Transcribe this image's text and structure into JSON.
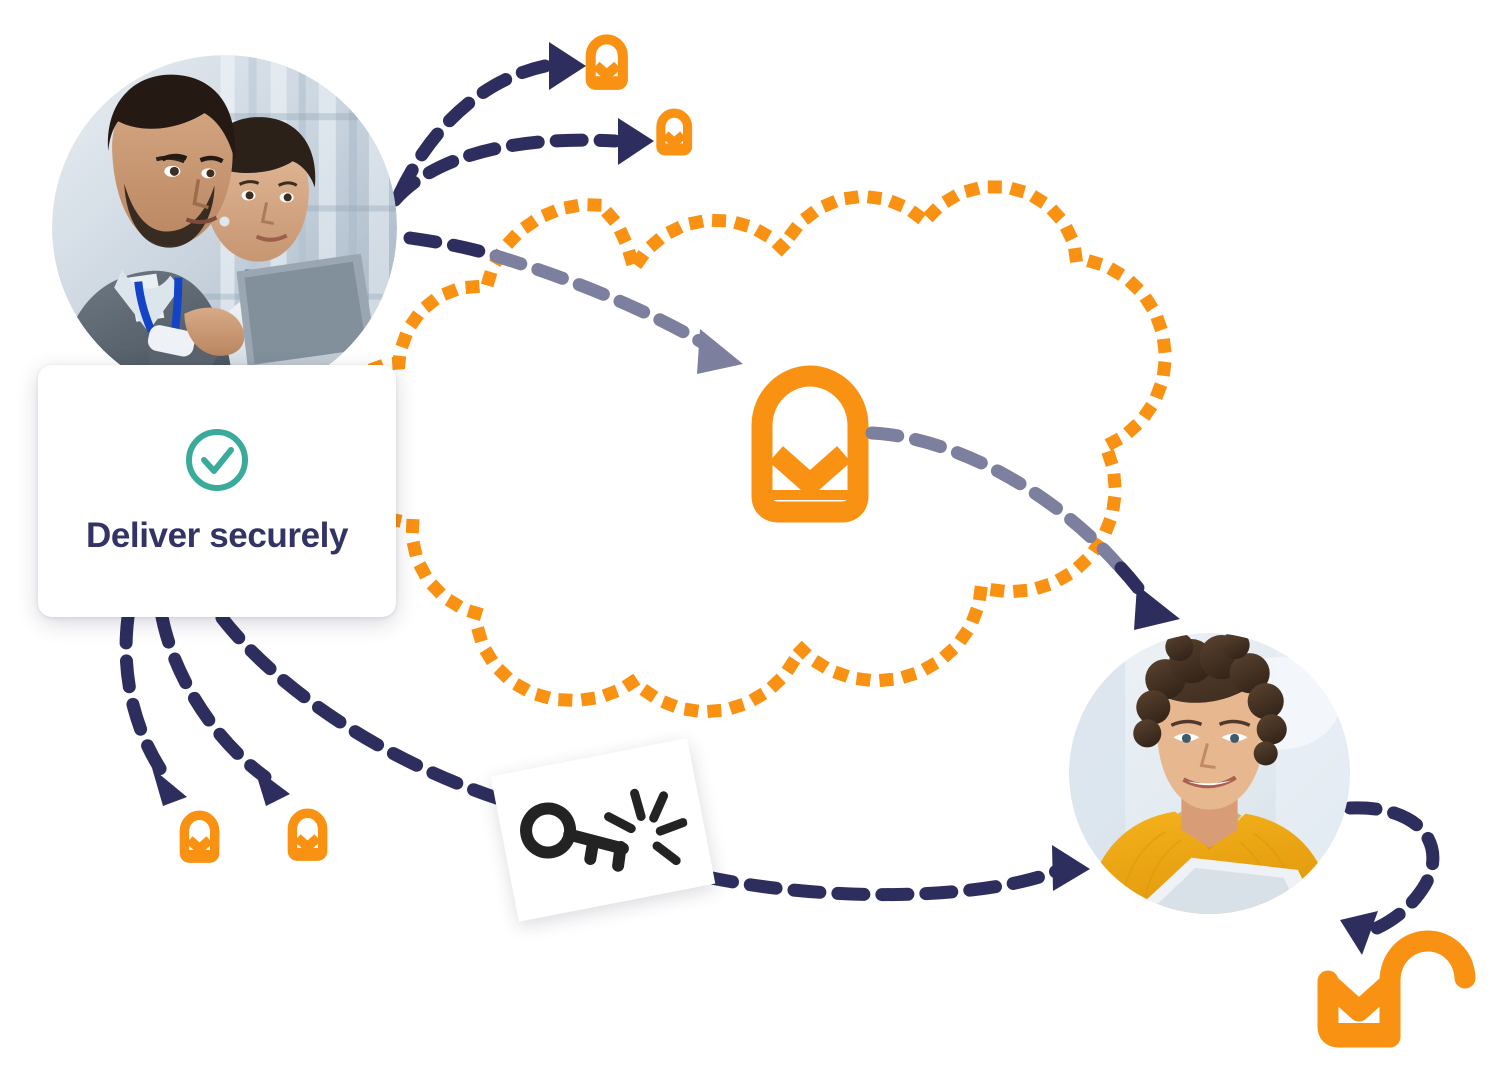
{
  "diagram": {
    "title": "Secure email delivery flow",
    "colors": {
      "orange": "#f99112",
      "navy": "#2e2e5e",
      "muted_arrow": "#7d7f9e",
      "teal": "#3aab9b",
      "card_text": "#333366",
      "key_black": "#232323",
      "cloud_fill": "#ffffff",
      "background": "#ffffff"
    },
    "cloud": {
      "name": "cloud-shape",
      "fill": "#ffffff",
      "outline_style": "dashed",
      "outline_color": "#f99112"
    },
    "nodes": [
      {
        "id": "photo-senders",
        "name": "sender-photo",
        "type": "photo-circle",
        "alt": "Two colleagues looking at a laptop in a data center"
      },
      {
        "id": "card-deliver",
        "name": "deliver-securely-card",
        "type": "card",
        "icon": "check-circle-icon",
        "label": "Deliver securely"
      },
      {
        "id": "mail-icon-cloud",
        "name": "secure-mail-icon-large",
        "type": "icon",
        "icon": "secure-mail-icon",
        "size": "large"
      },
      {
        "id": "card-key",
        "name": "encryption-key-card",
        "type": "card",
        "icon": "key-burst-icon"
      },
      {
        "id": "photo-recipient",
        "name": "recipient-photo",
        "type": "photo-circle",
        "alt": "Smiling woman in a yellow sweater looking at a laptop"
      },
      {
        "id": "mail-unlocked",
        "name": "unlocked-mail-icon",
        "type": "icon",
        "icon": "unlocked-mail-icon"
      },
      {
        "id": "mail-sm-1",
        "name": "secure-mail-icon-small-1",
        "type": "icon",
        "icon": "secure-mail-icon"
      },
      {
        "id": "mail-sm-2",
        "name": "secure-mail-icon-small-2",
        "type": "icon",
        "icon": "secure-mail-icon"
      },
      {
        "id": "mail-sm-3",
        "name": "secure-mail-icon-small-3",
        "type": "icon",
        "icon": "secure-mail-icon"
      },
      {
        "id": "mail-sm-4",
        "name": "secure-mail-icon-small-4",
        "type": "icon",
        "icon": "secure-mail-icon"
      }
    ],
    "connections": [
      {
        "name": "arrow-sender-to-mail-1",
        "from": "photo-senders",
        "to": "mail-sm-1",
        "style": "dashed",
        "color": "#2e2e5e"
      },
      {
        "name": "arrow-sender-to-mail-2",
        "from": "photo-senders",
        "to": "mail-sm-2",
        "style": "dashed",
        "color": "#2e2e5e"
      },
      {
        "name": "arrow-sender-to-cloud",
        "from": "photo-senders",
        "to": "mail-icon-cloud",
        "style": "dashed",
        "color": "#7d7f9e"
      },
      {
        "name": "arrow-cloud-to-recipient",
        "from": "mail-icon-cloud",
        "to": "photo-recipient",
        "style": "dashed",
        "color": "#7d7f9e"
      },
      {
        "name": "arrow-card-to-mail-3",
        "from": "card-deliver",
        "to": "mail-sm-3",
        "style": "dashed",
        "color": "#2e2e5e"
      },
      {
        "name": "arrow-card-to-mail-4",
        "from": "card-deliver",
        "to": "mail-sm-4",
        "style": "dashed",
        "color": "#2e2e5e"
      },
      {
        "name": "arrow-card-to-key",
        "from": "card-deliver",
        "to": "card-key",
        "style": "dashed",
        "color": "#2e2e5e"
      },
      {
        "name": "arrow-key-to-recipient",
        "from": "card-key",
        "to": "photo-recipient",
        "style": "dashed",
        "color": "#2e2e5e"
      },
      {
        "name": "arrow-recipient-to-unlocked",
        "from": "photo-recipient",
        "to": "mail-unlocked",
        "style": "dashed",
        "color": "#2e2e5e"
      }
    ]
  },
  "card_deliver": {
    "label": "Deliver securely",
    "icon_name": "check-circle-icon"
  },
  "card_key": {
    "icon_name": "key-burst-icon"
  }
}
